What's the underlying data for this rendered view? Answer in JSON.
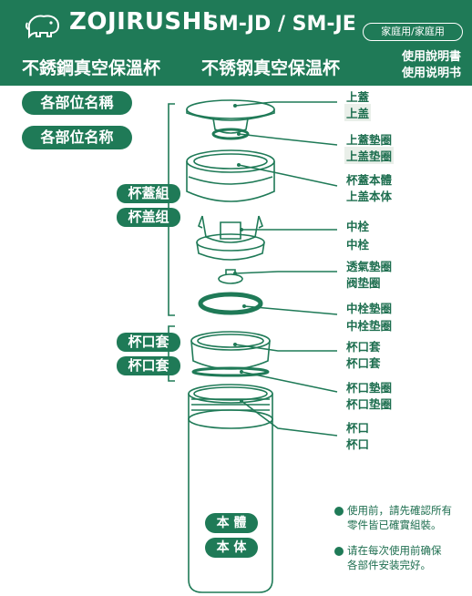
{
  "header": {
    "brand": "ZOJIRUSHI",
    "model": "SM-JD / SM-JE",
    "usage_tag": "家庭用/家庭用",
    "product_name_tc": "不銹鋼真空保溫杯",
    "product_name_sc": "不锈钢真空保温杯",
    "manual_tc": "使用說明書",
    "manual_sc": "使用说明书"
  },
  "section": {
    "title_tc": "各部位名稱",
    "title_sc": "各部位名称"
  },
  "groups": {
    "lid_group_tc": "杯蓋組",
    "lid_group_sc": "杯盖组",
    "mouth_cover_tc": "杯口套",
    "mouth_cover_sc": "杯口套",
    "body_tc": "本 體",
    "body_sc": "本 体"
  },
  "parts": [
    {
      "tc": "上蓋",
      "sc": "上盖"
    },
    {
      "tc": "上蓋墊圈",
      "sc": "上盖垫圈"
    },
    {
      "tc": "杯蓋本體",
      "sc": "上盖本体"
    },
    {
      "tc": "中栓",
      "sc": "中栓"
    },
    {
      "tc": "透氣墊圈",
      "sc": "阀垫圈"
    },
    {
      "tc": "中栓墊圈",
      "sc": "中栓垫圈"
    },
    {
      "tc": "杯口套",
      "sc": "杯口套"
    },
    {
      "tc": "杯口墊圈",
      "sc": "杯口垫圈"
    },
    {
      "tc": "杯口",
      "sc": "杯口"
    }
  ],
  "notes": {
    "tc_line1": "使用前，請先確認所有",
    "tc_line2": "零件皆已確實組裝。",
    "sc_line1": "请在每次使用前确保",
    "sc_line2": "各部件安装完好。"
  },
  "colors": {
    "brand_green": "#1f7a57",
    "text_green": "#1d6e4f"
  },
  "icons": {
    "logo": "elephant-logo-icon"
  }
}
